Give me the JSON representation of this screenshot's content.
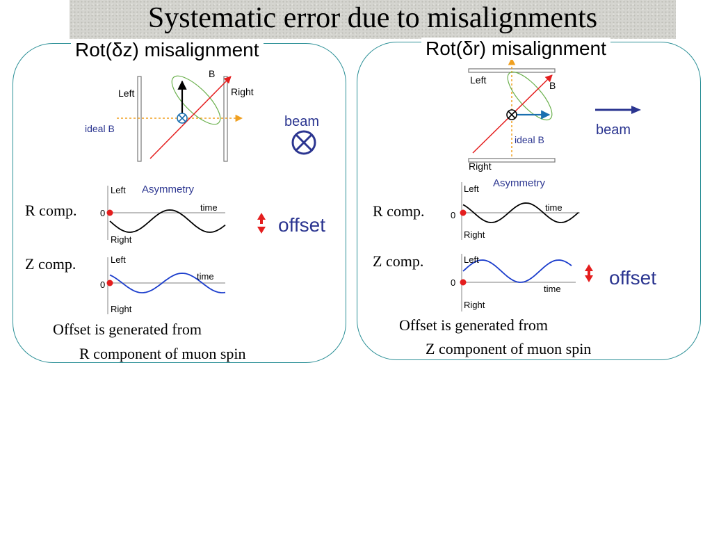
{
  "title": "Systematic error due to misalignments",
  "left_panel": {
    "heading": "Rot(δz) misalignment",
    "diagram": {
      "b_label": "B",
      "left_label": "Left",
      "right_label": "Right",
      "ideal_label": "ideal B",
      "beam_label": "beam"
    },
    "asymmetry_label": "Asymmetry",
    "r_comp": {
      "label": "R comp.",
      "top": "Left",
      "bottom": "Right",
      "zero": "0",
      "time": "time"
    },
    "z_comp": {
      "label": "Z comp.",
      "top": "Left",
      "bottom": "Right",
      "zero": "0",
      "time": "time"
    },
    "offset_label": "offset",
    "note_line1": "Offset is generated from",
    "note_line2": "R component of muon spin"
  },
  "right_panel": {
    "heading": "Rot(δr) misalignment",
    "diagram": {
      "b_label": "B",
      "left_label": "Left",
      "right_label": "Right",
      "ideal_label": "ideal B",
      "beam_label": "beam"
    },
    "asymmetry_label": "Asymmetry",
    "r_comp": {
      "label": "R comp.",
      "top": "Left",
      "bottom": "Right",
      "zero": "0",
      "time": "time"
    },
    "z_comp": {
      "label": "Z comp.",
      "top": "Left",
      "bottom": "Right",
      "zero": "0",
      "time": "time"
    },
    "offset_label": "offset",
    "note_line1": "Offset is generated from",
    "note_line2": "Z component of muon spin"
  },
  "colors": {
    "panel_border": "#2a8f96",
    "red": "#e41e1e",
    "orange": "#f0a020",
    "blue_curve": "#1a3ccc",
    "green": "#6ab04c",
    "beam_blue": "#2b3590",
    "marker": "#e41e1e"
  }
}
